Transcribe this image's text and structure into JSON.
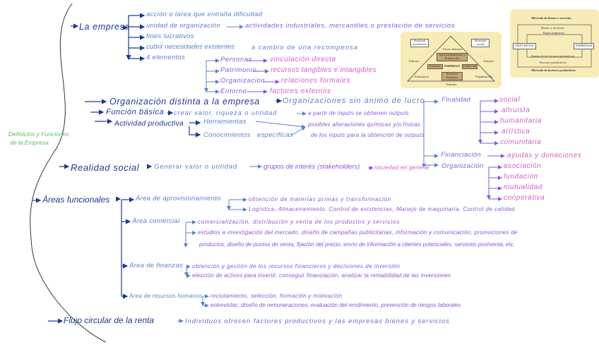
{
  "side_label": [
    "Definición y Funciones",
    "de la Empresa"
  ],
  "la_empresa": {
    "title": "La empresa",
    "items": [
      "acción o tarea que entraña dificultad",
      "unidad de organización",
      "fines lucrativos",
      "cubrir necesidades existentes",
      "4 elementos"
    ],
    "organizacion_detail": "actividades industriales, mercantiles o prestación de servicios",
    "recompensa": "a cambio de una recompensa",
    "elementos": [
      {
        "name": "Personas",
        "detail": "vinculación directa"
      },
      {
        "name": "Patrimonio",
        "detail": "recursos tangibles e intangibles"
      },
      {
        "name": "Organización",
        "detail": "relaciones formales"
      },
      {
        "name": "Entorno",
        "detail": "factores externos"
      }
    ]
  },
  "organizacion_distinta": {
    "title": "Organización distinta a la empresa",
    "detail": "Organizaciones sin ánimo de lucro",
    "finalidad": {
      "label": "Finalidad",
      "items": [
        "social",
        "altruista",
        "humanitaria",
        "artística",
        "comunitaria"
      ]
    },
    "financiacion": {
      "label": "Financiación",
      "items": [
        "ayudas y donaciones"
      ]
    },
    "organizacion": {
      "label": "Organización",
      "items": [
        "asociación",
        "fundación",
        "mutualidad",
        "cooperativa"
      ]
    }
  },
  "funcion_basica": {
    "title": "Función básica",
    "detail": "crear valor, riqueza o utilidad",
    "result": "a partir de inputs se obtienen outputs"
  },
  "actividad_productiva": {
    "title": "Actividad productiva",
    "items": [
      "Herramientas",
      "Conocimientos"
    ],
    "especificas": "específicas",
    "result": [
      "posibles alteraciones químicas y/o físicas",
      "de los inputs para la obtención de outputs"
    ]
  },
  "realidad_social": {
    "title": "Realidad social",
    "steps": [
      "Generar valor o utilidad",
      "grupos de interés (stakeholders)",
      "sociedad en general"
    ]
  },
  "areas": {
    "title": "Áreas funcionales",
    "list": [
      {
        "name": "Área de aprovisionamiento",
        "items": [
          "obtención de materias primas y transformación",
          "Logística, Almacenamiento, Control de existencias, Manejo de maquinaria, Control de calidad"
        ]
      },
      {
        "name": "Área comercial",
        "items": [
          "comercialización, distribución y venta de los productos y servicios",
          "estudios e investigación del mercado, diseño de campañas publicitarias, información y comunicación, promociones de",
          "productos, diseño de puntos de venta, fijación del precio, envío de información a clientes potenciales, servicios postventa, etc."
        ]
      },
      {
        "name": "Área de finanzas",
        "items": [
          "obtención y gestión de los recursos financieros y decisiones de inversión",
          "elección de activos para invertir, conseguir financiación, analizar la rentabilidad de las inversiones"
        ]
      },
      {
        "name": "Área de recursos humanos",
        "items": [
          "reclutamiento, selección, formación y motivación",
          "entrevistas, diseño de remuneraciones, evaluación del rendimiento, prevención de riesgos laborales"
        ]
      }
    ]
  },
  "flujo": {
    "title": "Flujo circular de la renta",
    "detail": "Individuos ofrecen factores productivos y las empresas bienes y servicios"
  },
  "pyramid_figure": {
    "realidad_economica": "Realidad económica",
    "realidad_social": "Realidad social",
    "factor_humano": "Factor humano",
    "aprovisionamiento": "Aprovisionamiento y Producción",
    "finanzas": "Finanzas",
    "empresa": "EMPRESA",
    "comercial": "Comercial",
    "rrhh": "Recursos Humanos",
    "entorno": "Entorno",
    "patrimonio": "Patrimonio",
    "organizacion": "Organización"
  },
  "flow_figure": {
    "top": "Mercado de bienes y servicios",
    "bienes": "Bienes y servicios",
    "pagos": "Pagos (ingresos)",
    "individuos": "INDIVIDUOS",
    "empresas": "EMPRESAS",
    "rentas": "Rentas de los factores productivos",
    "factores": "Factores productivos",
    "bottom": "Mercado de factores productivos"
  },
  "colors": {
    "main": "#1d3a8f",
    "secondary": "#5b82cc",
    "tertiary": "#8a55d8",
    "detail": "#d65cc4",
    "side_label": "#5cbf5c",
    "figure_bg": "#f7ecb8"
  }
}
